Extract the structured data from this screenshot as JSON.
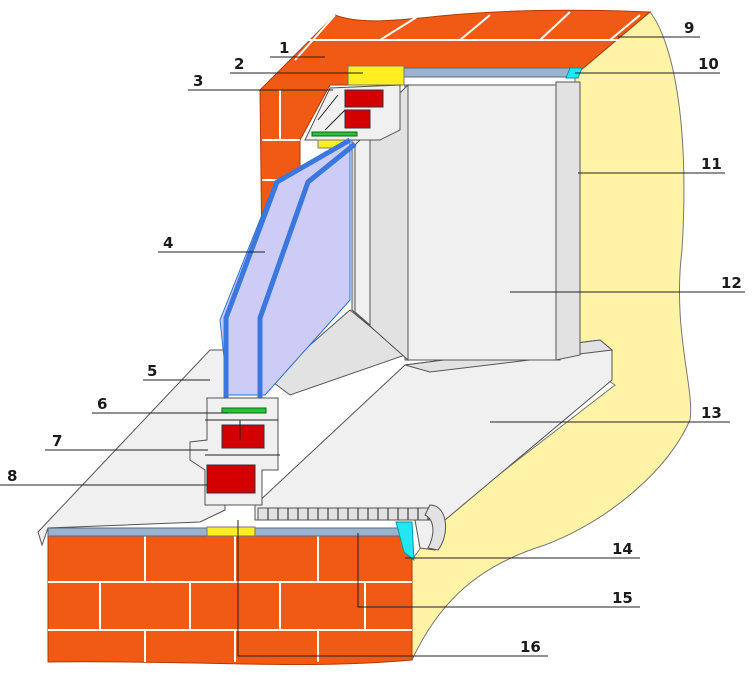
{
  "diagram": {
    "colors": {
      "brick": "#f05a14",
      "plaster": "#fff3a6",
      "pvc": "#f0f0f0",
      "reinforcement": "#d40000",
      "glass": "#ccccf6",
      "glass_edge": "#3a78e0",
      "foam": "#ffee22",
      "vapor_tape": "#98b4d0",
      "sealant": "#22e6f0",
      "gasket": "#25c23a"
    },
    "callouts": [
      {
        "id": "1",
        "text": "1"
      },
      {
        "id": "2",
        "text": "2"
      },
      {
        "id": "3",
        "text": "3"
      },
      {
        "id": "4",
        "text": "4"
      },
      {
        "id": "5",
        "text": "5"
      },
      {
        "id": "6",
        "text": "6"
      },
      {
        "id": "7",
        "text": "7"
      },
      {
        "id": "8",
        "text": "8"
      },
      {
        "id": "9",
        "text": "9"
      },
      {
        "id": "10",
        "text": "10"
      },
      {
        "id": "11",
        "text": "11"
      },
      {
        "id": "12",
        "text": "12"
      },
      {
        "id": "13",
        "text": "13"
      },
      {
        "id": "14",
        "text": "14"
      },
      {
        "id": "15",
        "text": "15"
      },
      {
        "id": "16",
        "text": "16"
      }
    ]
  }
}
